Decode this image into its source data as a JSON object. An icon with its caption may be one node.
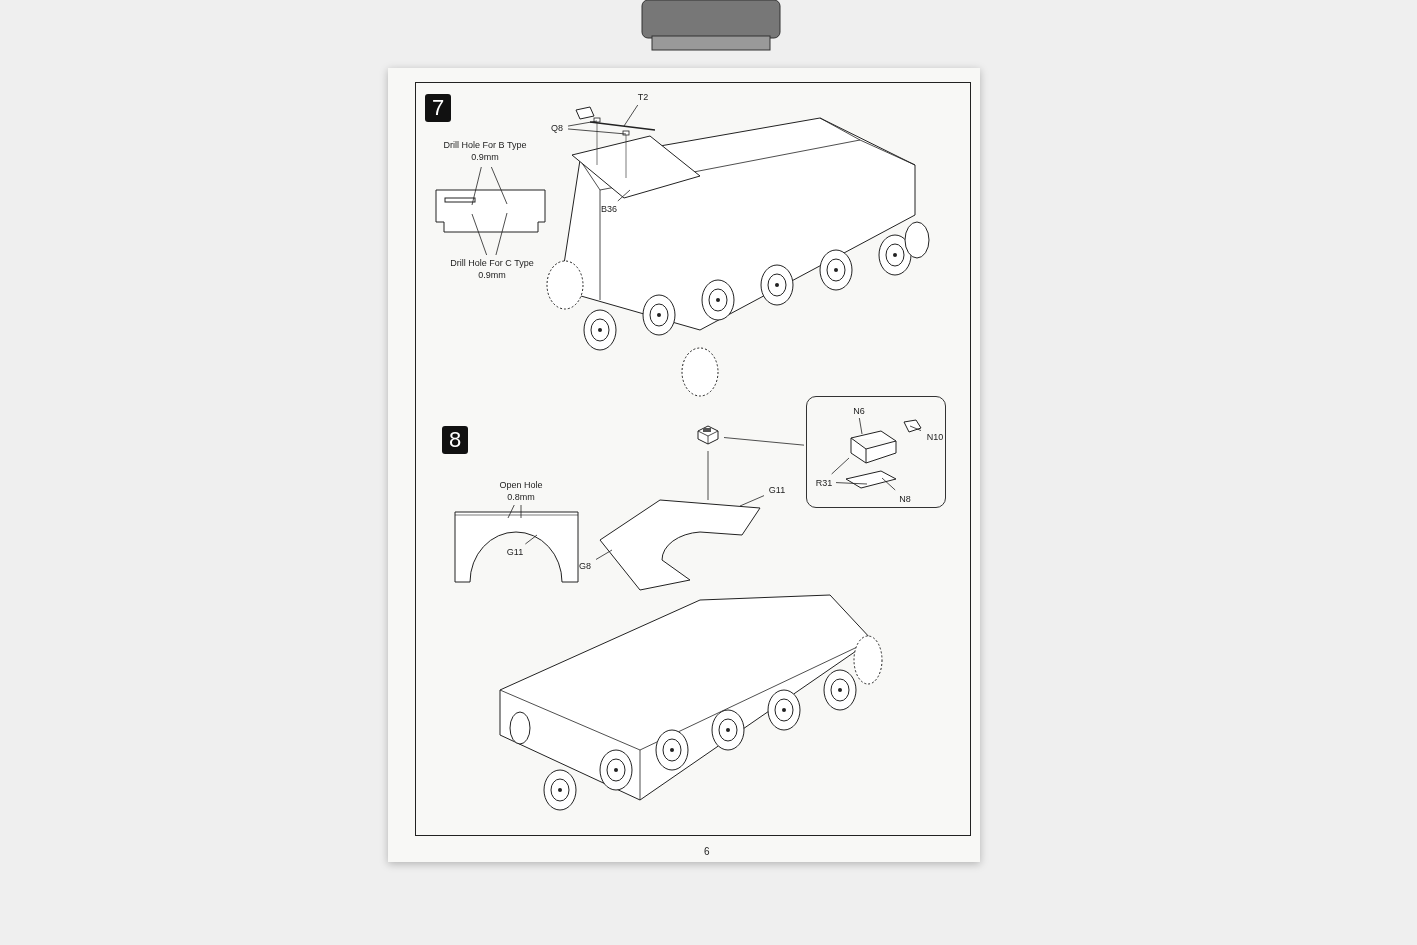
{
  "diagram": {
    "nodes": [
      {
        "text": [
          "Drill Hole For B Type 0.9mm"
        ]
      },
      {
        "text": [
          "Drill Hole For C Type 0.9mm"
        ]
      },
      {
        "text": [
          "Q8"
        ]
      },
      {
        "text": [
          "T2"
        ]
      },
      {
        "text": [
          "B36"
        ]
      },
      {
        "text": [
          "Open Hole 0.8mm"
        ]
      },
      {
        "text": [
          "G11"
        ]
      },
      {
        "text": [
          "G11"
        ]
      },
      {
        "text": [
          "G8"
        ]
      },
      {
        "text": [],
        "shape": "box"
      },
      {
        "text": [
          "N6"
        ],
        "in": 9
      },
      {
        "text": [
          "N10"
        ],
        "in": 9
      },
      {
        "text": [
          "R31"
        ],
        "in": 9
      },
      {
        "text": [
          "N8"
        ],
        "in": 9
      },
      {
        "text": [],
        "shape": "picture"
      },
      {
        "text": [],
        "shape": "picture"
      },
      {
        "text": [],
        "shape": "picture"
      },
      {
        "text": [],
        "shape": "picture"
      },
      {
        "text": [],
        "shape": "picture"
      },
      {
        "text": [],
        "shape": "picture",
        "in": 9
      }
    ],
    "edges": [
      {
        "from": 0,
        "to": 15,
        "arrow": "none"
      },
      {
        "from": 0,
        "to": 15,
        "arrow": "none"
      },
      {
        "from": 1,
        "to": 15,
        "arrow": "none"
      },
      {
        "from": 1,
        "to": 15,
        "arrow": "none"
      },
      {
        "from": 2,
        "to": 16,
        "arrow": "none"
      },
      {
        "from": 2,
        "to": 16,
        "arrow": "none"
      },
      {
        "from": 3,
        "to": 16,
        "arrow": "none"
      },
      {
        "from": 4,
        "to": 16,
        "arrow": "none"
      },
      {
        "from": 5,
        "to": 17,
        "arrow": "none"
      },
      {
        "from": 5,
        "to": 17,
        "arrow": "none"
      },
      {
        "from": 6,
        "to": 17,
        "arrow": "none"
      },
      {
        "from": 7,
        "to": 18,
        "arrow": "none"
      },
      {
        "from": 8,
        "to": 18,
        "arrow": "none"
      },
      {
        "from": 10,
        "to": 19,
        "arrow": "none"
      },
      {
        "from": 11,
        "to": 19,
        "arrow": "none"
      },
      {
        "from": 12,
        "to": 19,
        "arrow": "none"
      },
      {
        "from": 12,
        "to": 19,
        "arrow": "none"
      },
      {
        "from": 13,
        "to": 19,
        "arrow": "none"
      },
      {
        "from": 14,
        "to": 9,
        "arrow": "none"
      },
      {
        "from": 14,
        "to": 18,
        "arrow": "none"
      }
    ],
    "labels": [
      "7",
      "8",
      "6"
    ]
  }
}
